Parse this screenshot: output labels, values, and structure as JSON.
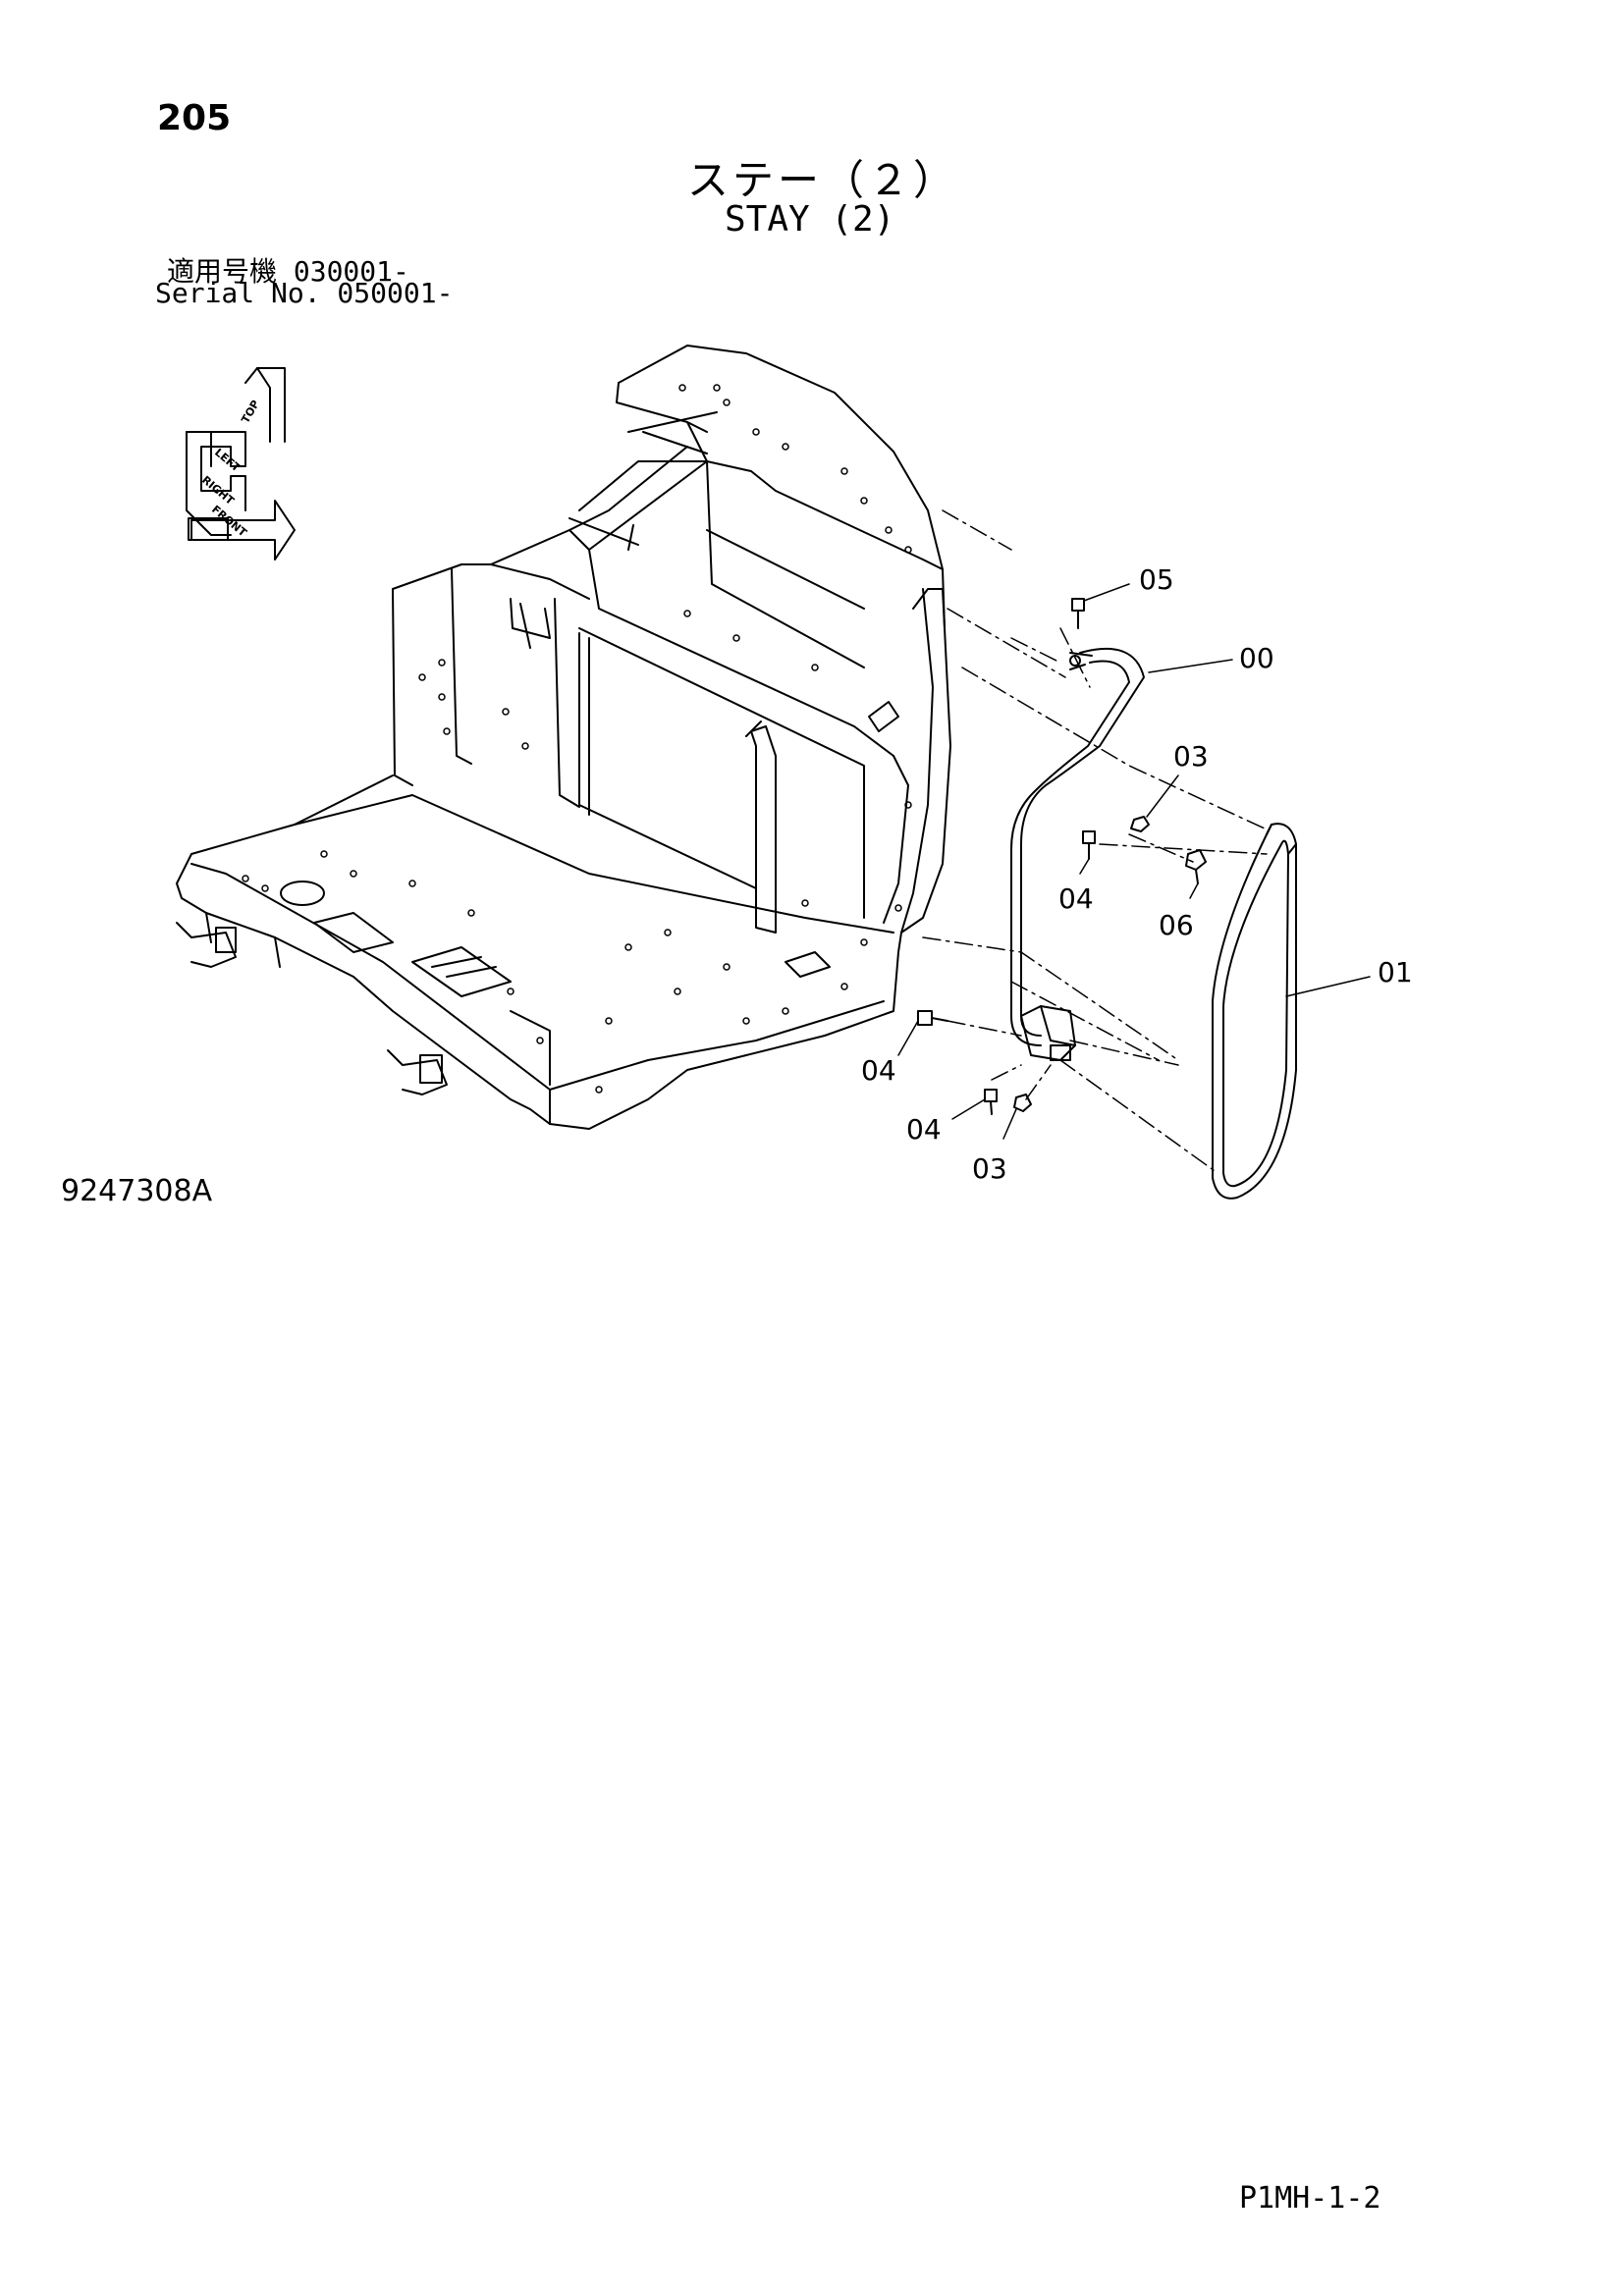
{
  "header": {
    "page_number": "205",
    "title_jp": "ステー（２）",
    "title_en": "STAY (2)",
    "serial_label_jp": "適用号機 030001-",
    "serial_label_en": "Serial No. 050001-"
  },
  "orientation_marker": {
    "labels": [
      "TOP",
      "LEFT",
      "RIGHT",
      "FRONT"
    ]
  },
  "callouts": [
    {
      "part": "05"
    },
    {
      "part": "00"
    },
    {
      "part": "03"
    },
    {
      "part": "04"
    },
    {
      "part": "06"
    },
    {
      "part": "01"
    },
    {
      "part": "04"
    },
    {
      "part": "04"
    },
    {
      "part": "03"
    }
  ],
  "footer": {
    "drawing_number": "9247308A",
    "page_code": "P1MH-1-2"
  }
}
